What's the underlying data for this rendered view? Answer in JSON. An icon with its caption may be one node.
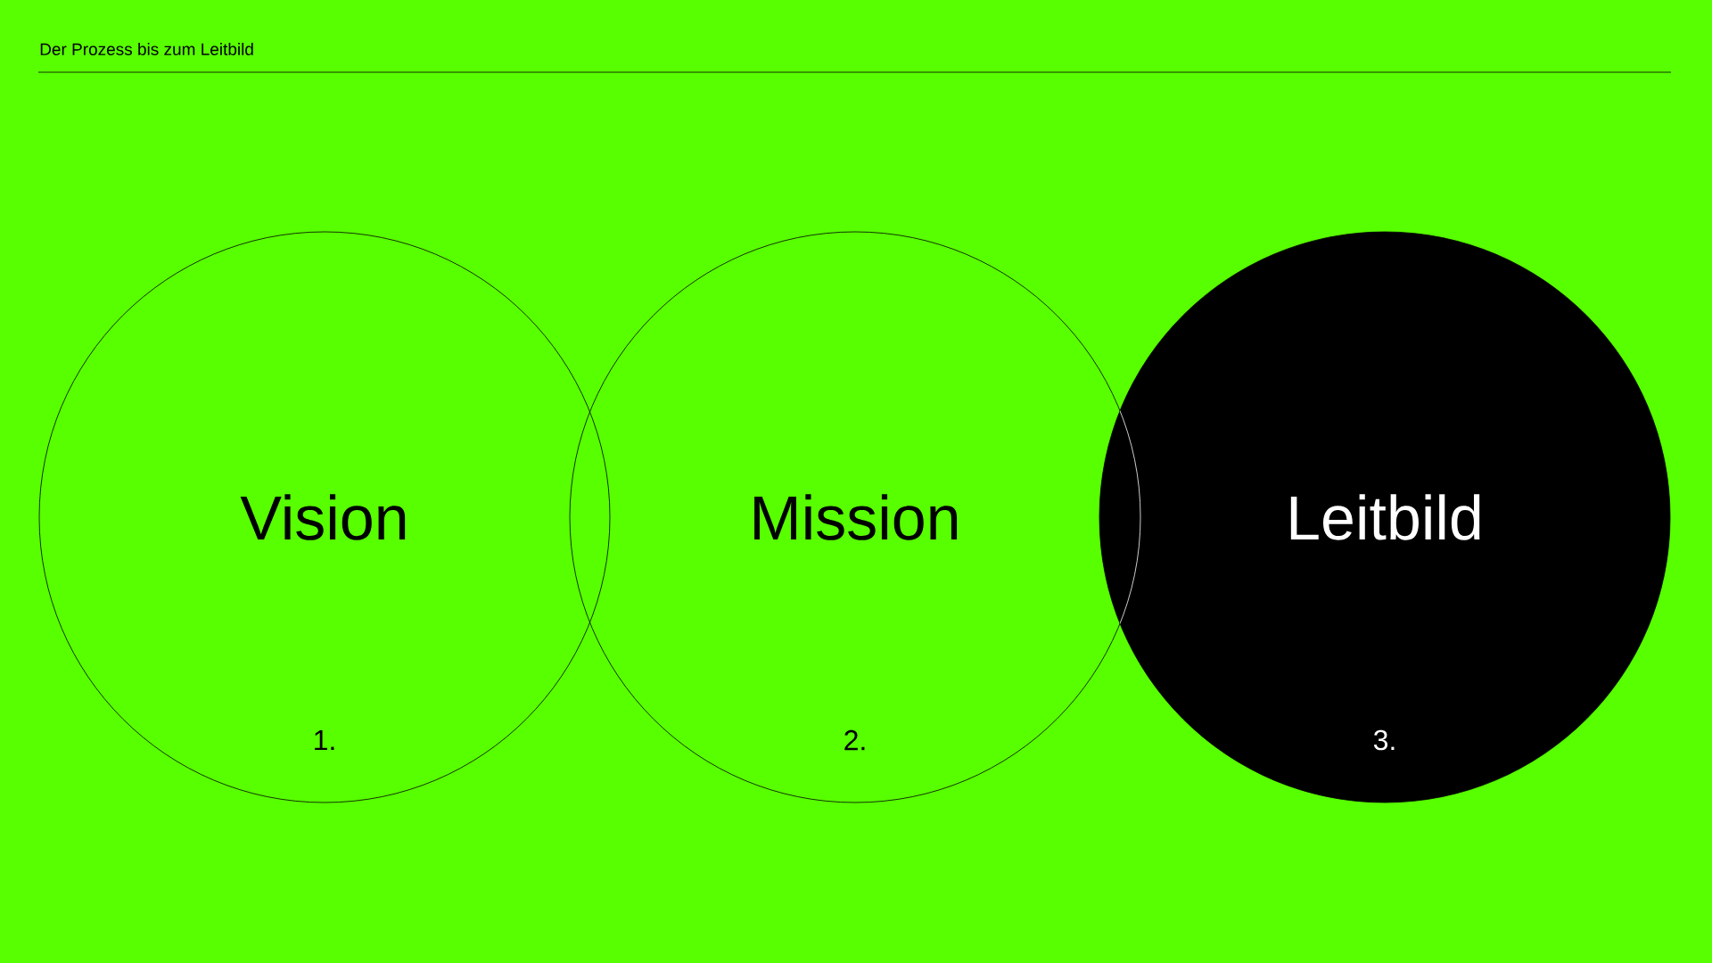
{
  "diagram": {
    "title": "Der Prozess bis zum Leitbild",
    "nodes": [
      {
        "text": [
          "Vision",
          "1."
        ]
      },
      {
        "text": [
          "Mission",
          "2."
        ]
      },
      {
        "text": [
          "Leitbild",
          "3."
        ]
      }
    ],
    "edges": []
  }
}
